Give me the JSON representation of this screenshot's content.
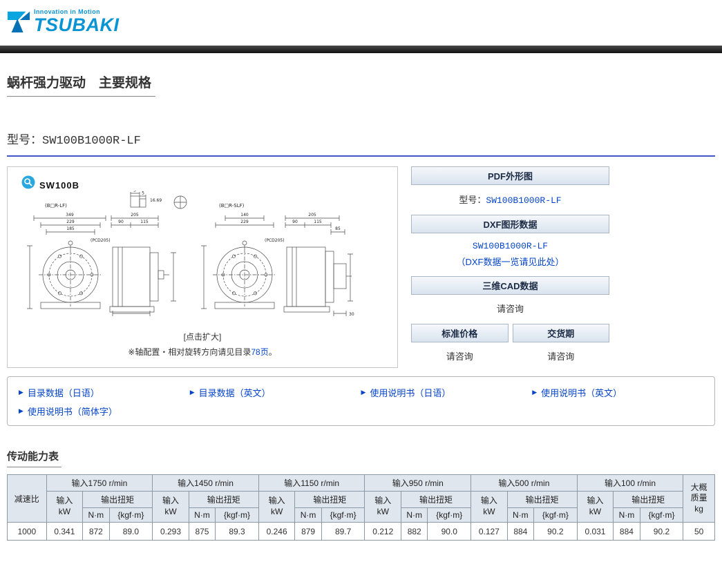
{
  "brand": {
    "tagline": "Innovation in Motion",
    "logo_text": "TSUBAKI",
    "color": "#0b94d4"
  },
  "page": {
    "title": "蜗杆强力驱动　主要规格",
    "model_label": "型号：SW100B1000R-LF"
  },
  "drawing": {
    "product_code": "SW100B",
    "variant_left": "(B□R-LF)",
    "variant_right": "(B□R-SLF)",
    "enlarge_note": "[点击扩大]",
    "footnote_prefix": "※轴配置・相对旋转方向请见目录",
    "footnote_link": "78页",
    "footnote_suffix": "。",
    "dims": {
      "left_total": "349",
      "left_mid": "229",
      "left_small": "185",
      "side_total": "205",
      "side_a": "90",
      "side_b": "115",
      "right_a": "140",
      "right_b": "229",
      "right_side_total": "205",
      "right_c": "85",
      "base_d": "30",
      "key_a": "3",
      "key_b": "5",
      "key_c": "16.69",
      "pcd": "(PCD205)"
    }
  },
  "side_panel": {
    "pdf_header": "PDF外形图",
    "pdf_model_label": "型号：",
    "pdf_model_link": "SW100B1000R-LF",
    "dxf_header": "DXF图形数据",
    "dxf_link": "SW100B1000R-LF",
    "dxf_list_link": "（DXF数据一览请见此处）",
    "cad_header": "三维CAD数据",
    "cad_value": "请咨询",
    "price_header": "标准价格",
    "price_value": "请咨询",
    "delivery_header": "交货期",
    "delivery_value": "请咨询"
  },
  "icons": {
    "link_arrow": "▶"
  },
  "links": [
    {
      "label": "目录数据（日语）"
    },
    {
      "label": "目录数据（英文）"
    },
    {
      "label": "使用说明书（日语）"
    },
    {
      "label": "使用说明书（英文）"
    },
    {
      "label": "使用说明书（简体字）"
    }
  ],
  "capacity": {
    "title": "传动能力表",
    "col_ratio": "减速比",
    "mass_lines": [
      "大概",
      "质量",
      "kg"
    ],
    "input_label": "输入",
    "input_unit": "kW",
    "torque_label": "输出扭矩",
    "torque_units": [
      "N·m",
      "{kgf·m}"
    ],
    "groups": [
      "输入1750 r/min",
      "输入1450 r/min",
      "输入1150 r/min",
      "输入950 r/min",
      "输入500 r/min",
      "输入100 r/min"
    ],
    "row": {
      "ratio": "1000",
      "values": [
        [
          "0.341",
          "872",
          "89.0"
        ],
        [
          "0.293",
          "875",
          "89.3"
        ],
        [
          "0.246",
          "879",
          "89.7"
        ],
        [
          "0.212",
          "882",
          "90.0"
        ],
        [
          "0.127",
          "884",
          "90.2"
        ],
        [
          "0.031",
          "884",
          "90.2"
        ]
      ],
      "mass": "50"
    }
  }
}
